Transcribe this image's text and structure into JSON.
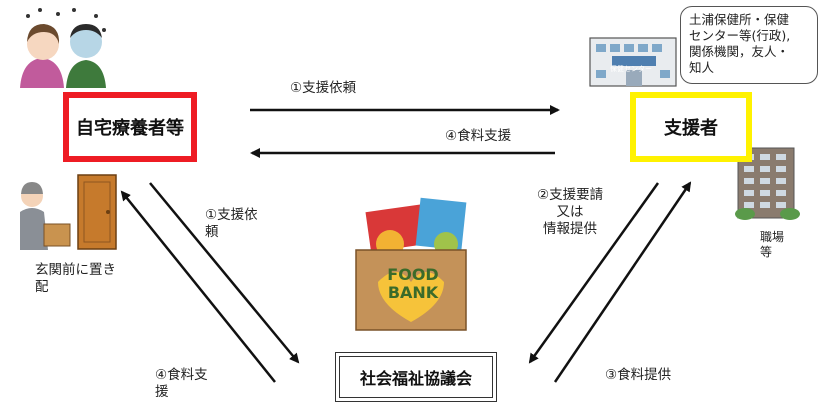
{
  "nodes": {
    "recipient": "自宅療養者等",
    "supporter": "支援者",
    "council": "社会福祉協議会"
  },
  "supporter_note": "土浦保健所・保健\nセンター等(行政),\n関係機関，友人・\n知人",
  "building_sign": "保健センター",
  "workplace_label": "職場\n等",
  "door_label": "玄関前に置き\n配",
  "foodbank_label": "FOOD\nBANK",
  "edges": {
    "request_top": "①支援依頼",
    "food_top": "④食料支援",
    "request_left": "①支援依\n頼",
    "food_left": "④食料支\n援",
    "support_request": "②支援要請\n又は\n情報提供",
    "food_provide": "③食料提供"
  },
  "colors": {
    "recipient_border": "#ee1c24",
    "supporter_border": "#fff200"
  }
}
